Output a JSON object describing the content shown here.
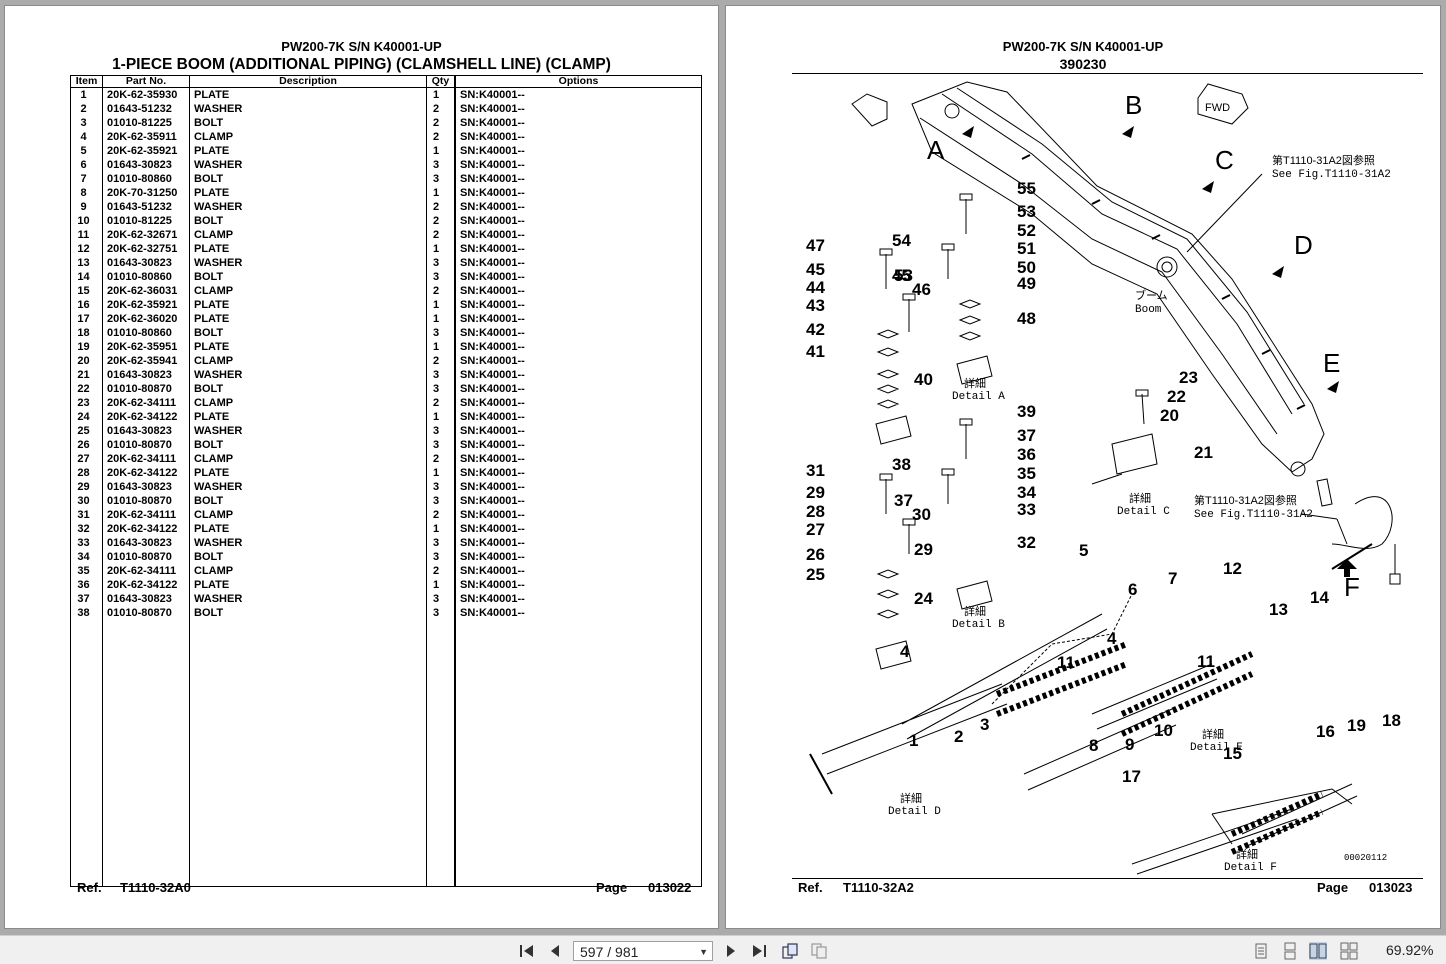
{
  "left_page": {
    "model": "PW200-7K S/N K40001-UP",
    "title": "1-PIECE BOOM (ADDITIONAL PIPING) (CLAMSHELL LINE) (CLAMP)",
    "columns": [
      "Item",
      "Part No.",
      "Description",
      "Qty",
      "Options"
    ],
    "rows": [
      [
        "1",
        "20K-62-35930",
        "PLATE",
        "1",
        "SN:K40001--"
      ],
      [
        "2",
        "01643-51232",
        "WASHER",
        "2",
        "SN:K40001--"
      ],
      [
        "3",
        "01010-81225",
        "BOLT",
        "2",
        "SN:K40001--"
      ],
      [
        "4",
        "20K-62-35911",
        "CLAMP",
        "2",
        "SN:K40001--"
      ],
      [
        "5",
        "20K-62-35921",
        "PLATE",
        "1",
        "SN:K40001--"
      ],
      [
        "6",
        "01643-30823",
        "WASHER",
        "3",
        "SN:K40001--"
      ],
      [
        "7",
        "01010-80860",
        "BOLT",
        "3",
        "SN:K40001--"
      ],
      [
        "8",
        "20K-70-31250",
        "PLATE",
        "1",
        "SN:K40001--"
      ],
      [
        "9",
        "01643-51232",
        "WASHER",
        "2",
        "SN:K40001--"
      ],
      [
        "10",
        "01010-81225",
        "BOLT",
        "2",
        "SN:K40001--"
      ],
      [
        "11",
        "20K-62-32671",
        "CLAMP",
        "2",
        "SN:K40001--"
      ],
      [
        "12",
        "20K-62-32751",
        "PLATE",
        "1",
        "SN:K40001--"
      ],
      [
        "13",
        "01643-30823",
        "WASHER",
        "3",
        "SN:K40001--"
      ],
      [
        "14",
        "01010-80860",
        "BOLT",
        "3",
        "SN:K40001--"
      ],
      [
        "15",
        "20K-62-36031",
        "CLAMP",
        "2",
        "SN:K40001--"
      ],
      [
        "16",
        "20K-62-35921",
        "PLATE",
        "1",
        "SN:K40001--"
      ],
      [
        "17",
        "20K-62-36020",
        "PLATE",
        "1",
        "SN:K40001--"
      ],
      [
        "18",
        "01010-80860",
        "BOLT",
        "3",
        "SN:K40001--"
      ],
      [
        "19",
        "20K-62-35951",
        "PLATE",
        "1",
        "SN:K40001--"
      ],
      [
        "20",
        "20K-62-35941",
        "CLAMP",
        "2",
        "SN:K40001--"
      ],
      [
        "21",
        "01643-30823",
        "WASHER",
        "3",
        "SN:K40001--"
      ],
      [
        "22",
        "01010-80870",
        "BOLT",
        "3",
        "SN:K40001--"
      ],
      [
        "23",
        "20K-62-34111",
        "CLAMP",
        "2",
        "SN:K40001--"
      ],
      [
        "24",
        "20K-62-34122",
        "PLATE",
        "1",
        "SN:K40001--"
      ],
      [
        "25",
        "01643-30823",
        "WASHER",
        "3",
        "SN:K40001--"
      ],
      [
        "26",
        "01010-80870",
        "BOLT",
        "3",
        "SN:K40001--"
      ],
      [
        "27",
        "20K-62-34111",
        "CLAMP",
        "2",
        "SN:K40001--"
      ],
      [
        "28",
        "20K-62-34122",
        "PLATE",
        "1",
        "SN:K40001--"
      ],
      [
        "29",
        "01643-30823",
        "WASHER",
        "3",
        "SN:K40001--"
      ],
      [
        "30",
        "01010-80870",
        "BOLT",
        "3",
        "SN:K40001--"
      ],
      [
        "31",
        "20K-62-34111",
        "CLAMP",
        "2",
        "SN:K40001--"
      ],
      [
        "32",
        "20K-62-34122",
        "PLATE",
        "1",
        "SN:K40001--"
      ],
      [
        "33",
        "01643-30823",
        "WASHER",
        "3",
        "SN:K40001--"
      ],
      [
        "34",
        "01010-80870",
        "BOLT",
        "3",
        "SN:K40001--"
      ],
      [
        "35",
        "20K-62-34111",
        "CLAMP",
        "2",
        "SN:K40001--"
      ],
      [
        "36",
        "20K-62-34122",
        "PLATE",
        "1",
        "SN:K40001--"
      ],
      [
        "37",
        "01643-30823",
        "WASHER",
        "3",
        "SN:K40001--"
      ],
      [
        "38",
        "01010-80870",
        "BOLT",
        "3",
        "SN:K40001--"
      ]
    ],
    "ref_label": "Ref.",
    "ref_value": "T1110-32A0",
    "page_label": "Page",
    "page_value": "013022"
  },
  "right_page": {
    "model": "PW200-7K S/N K40001-UP",
    "title": "390230",
    "ref_label": "Ref.",
    "ref_value": "T1110-32A2",
    "page_label": "Page",
    "page_value": "013023",
    "diagram": {
      "section_letters": [
        "A",
        "B",
        "C",
        "D",
        "E",
        "F"
      ],
      "fwd": "FWD",
      "boom_jp": "ブーム",
      "boom_en": "Boom",
      "see_fig_jp": "第T1110-31A2図参照",
      "see_fig_en": "See Fig.T1110-31A2",
      "detail_jp": "詳細",
      "details": [
        "Detail A",
        "Detail B",
        "Detail C",
        "Detail D",
        "Detail E",
        "Detail F"
      ],
      "drawing_code": "00020112",
      "callouts": [
        "1",
        "2",
        "3",
        "4",
        "5",
        "6",
        "7",
        "8",
        "9",
        "10",
        "11",
        "12",
        "13",
        "14",
        "15",
        "16",
        "17",
        "18",
        "19",
        "20",
        "21",
        "22",
        "23",
        "24",
        "25",
        "26",
        "27",
        "28",
        "29",
        "30",
        "31",
        "32",
        "33",
        "34",
        "35",
        "36",
        "37",
        "38",
        "39",
        "40",
        "41",
        "42",
        "43",
        "44",
        "45",
        "46",
        "47",
        "48",
        "49",
        "50",
        "51",
        "52",
        "53",
        "54",
        "55"
      ]
    }
  },
  "toolbar": {
    "page_current": "597 / 981",
    "zoom": "69.92%",
    "icons": [
      "first-page-icon",
      "prev-page-icon",
      "next-page-icon",
      "last-page-icon",
      "rotate-icon",
      "rotate-alt-icon",
      "single-page-icon",
      "continuous-icon",
      "two-page-icon",
      "two-page-continuous-icon"
    ]
  }
}
